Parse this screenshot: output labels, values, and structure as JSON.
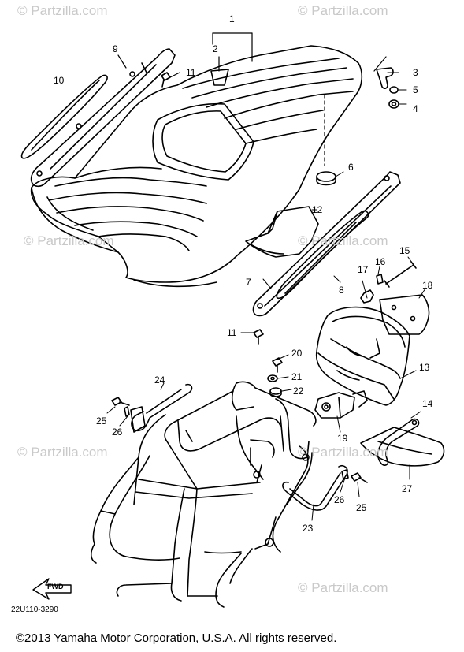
{
  "watermarks": [
    "© Partzilla.com",
    "© Partzilla.com",
    "© Partzilla.com",
    "© Partzilla.com",
    "© Partzilla.com",
    "© Partzilla.com",
    "© Partzilla.com"
  ],
  "callouts": [
    "1",
    "2",
    "3",
    "5",
    "4",
    "9",
    "10",
    "11",
    "6",
    "12",
    "15",
    "16",
    "17",
    "18",
    "7",
    "8",
    "11",
    "20",
    "21",
    "13",
    "24",
    "22",
    "25",
    "26",
    "19",
    "14",
    "27",
    "26",
    "25",
    "23"
  ],
  "arrow_label": "FWD",
  "diagram_code": "22U110-3290",
  "copyright": "©2013  Yamaha Motor Corporation, U.S.A. All rights reserved.",
  "colors": {
    "line": "#000000",
    "watermark": "#c9c9c9",
    "background": "#ffffff"
  }
}
